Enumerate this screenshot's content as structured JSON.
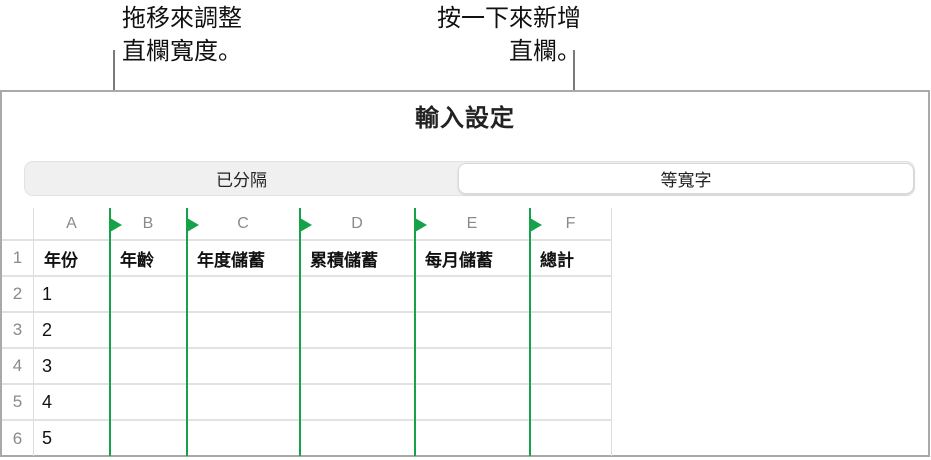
{
  "callouts": {
    "left": {
      "line1": "拖移來調整",
      "line2": "直欄寬度。"
    },
    "right": {
      "line1": "按一下來新增",
      "line2": "直欄。"
    }
  },
  "dialog": {
    "title": "輸入設定",
    "segments": [
      {
        "label": "已分隔",
        "selected": false
      },
      {
        "label": "等寬字",
        "selected": true
      }
    ]
  },
  "table": {
    "column_letters": [
      "A",
      "B",
      "C",
      "D",
      "E",
      "F"
    ],
    "row_numbers": [
      "1",
      "2",
      "3",
      "4",
      "5",
      "6"
    ],
    "headers": [
      "年份",
      "年齡",
      "年度儲蓄",
      "累積儲蓄",
      "每月儲蓄",
      "總計"
    ],
    "rows": [
      [
        "1",
        "",
        "",
        "",
        "",
        ""
      ],
      [
        "2",
        "",
        "",
        "",
        "",
        ""
      ],
      [
        "3",
        "",
        "",
        "",
        "",
        ""
      ],
      [
        "4",
        "",
        "",
        "",
        "",
        ""
      ],
      [
        "5",
        "",
        "",
        "",
        "",
        ""
      ]
    ]
  },
  "colors": {
    "column_break_green": "#15a248",
    "callout_line": "#7a7a7a"
  }
}
